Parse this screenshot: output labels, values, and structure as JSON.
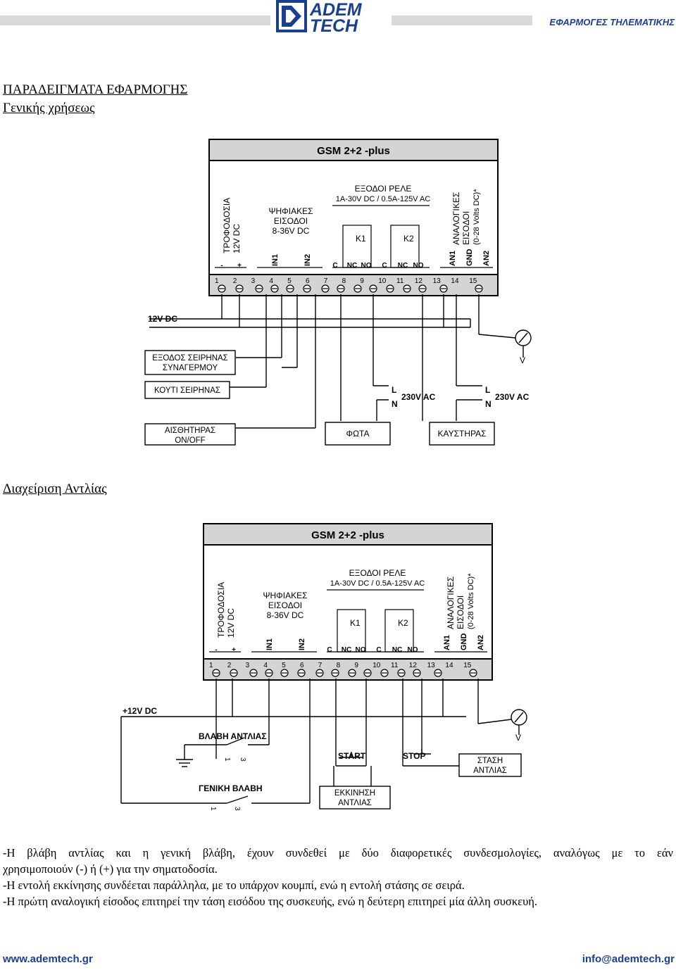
{
  "header": {
    "logo_top": "ADEM",
    "logo_bottom": "TECH",
    "title": "ΕΦΑΡΜΟΓΕΣ ΤΗΛΕΜΑΤΙΚΗΣ",
    "brand_color": "#1a3f8f"
  },
  "section1": {
    "title": "ΠΑΡΑΔΕΙΓΜΑΤΑ ΕΦΑΡΜΟΓΗΣ",
    "subtitle": "Γενικής χρήσεως"
  },
  "section2": {
    "title": "Διαχείριση Αντλίας"
  },
  "device": {
    "name": "GSM 2+2 -plus",
    "power_label": "ΤΡΟΦΟΔΟΣΙΑ",
    "power_voltage": "12V DC",
    "dig_l1": "ΨΗΦΙΑΚΕΣ",
    "dig_l2": "ΕΙΣΟΔΟΙ",
    "dig_l3": "8-36V DC",
    "relay_l1": "ΕΞΟΔΟΙ ΡΕΛΕ",
    "relay_l2": "1A-30V DC / 0.5A-125V AC",
    "ana_l1": "ΑΝΑΛΟΓΙΚΕΣ",
    "ana_l2": "ΕΙΣΟΔΟΙ",
    "ana_l3": "(0-28 Volts DC)*",
    "relay1": "K1",
    "relay2": "K2",
    "pin_labels": [
      "-",
      "+",
      "IN1",
      "IN2",
      "C",
      "NC",
      "NO",
      "C",
      "NC",
      "NO",
      "AN1",
      "GND",
      "AN2"
    ],
    "pin_numbers": [
      "1",
      "2",
      "3",
      "4",
      "5",
      "6",
      "7",
      "8",
      "9",
      "10",
      "11",
      "12",
      "13",
      "14",
      "15"
    ],
    "meter_v": "V"
  },
  "diagram1": {
    "supply": "12V DC",
    "box_siren_out_1": "ΕΞΟΔΟΣ ΣΕΙΡΗΝΑΣ",
    "box_siren_out_2": "ΣΥΝΑΓΕΡΜΟΥ",
    "box_siren": "ΚΟΥΤΙ ΣΕΙΡΗΝΑΣ",
    "box_sensor_1": "ΑΙΣΘΗΤΗΡΑΣ",
    "box_sensor_2": "ON/OFF",
    "box_lights": "ΦΩΤΑ",
    "box_burner": "ΚΑΥΣΤΗΡΑΣ",
    "ac_l": "L",
    "ac_n": "N",
    "ac": "230V AC"
  },
  "diagram2": {
    "supply": "+12V DC",
    "pump_fault": "ΒΛΑΒΗ ΑΝΤΛΙΑΣ",
    "general_fault": "ΓΕΝΙΚΗ ΒΛΑΒΗ",
    "start": "START",
    "stop": "STOP",
    "box_stop_1": "ΣΤΑΣΗ",
    "box_stop_2": "ΑΝΤΛΙΑΣ",
    "box_start_1": "ΕΚΚΙΝΗΣΗ",
    "box_start_2": "ΑΝΤΛΙΑΣ",
    "sw_1": "1",
    "sw_3": "3"
  },
  "text": {
    "p1": "-Η βλάβη αντλίας και η γενική βλάβη, έχουν συνδεθεί με δύο διαφορετικές συνδεσμολογίες, αναλόγως με το εάν",
    "p1b": "χρησιμοποιούν (-) ή (+) για την σηματοδοσία.",
    "p2": "-Η εντολή εκκίνησης συνδέεται παράλληλα, με το υπάρχον κουμπί, ενώ η εντολή στάσης σε σειρά.",
    "p3": "-Η πρώτη αναλογική είσοδος επιτηρεί την τάση εισόδου της συσκευής, ενώ η δεύτερη επιτηρεί μία άλλη συσκευή."
  },
  "footer": {
    "website": "www.ademtech.gr",
    "email": "info@ademtech.gr"
  }
}
